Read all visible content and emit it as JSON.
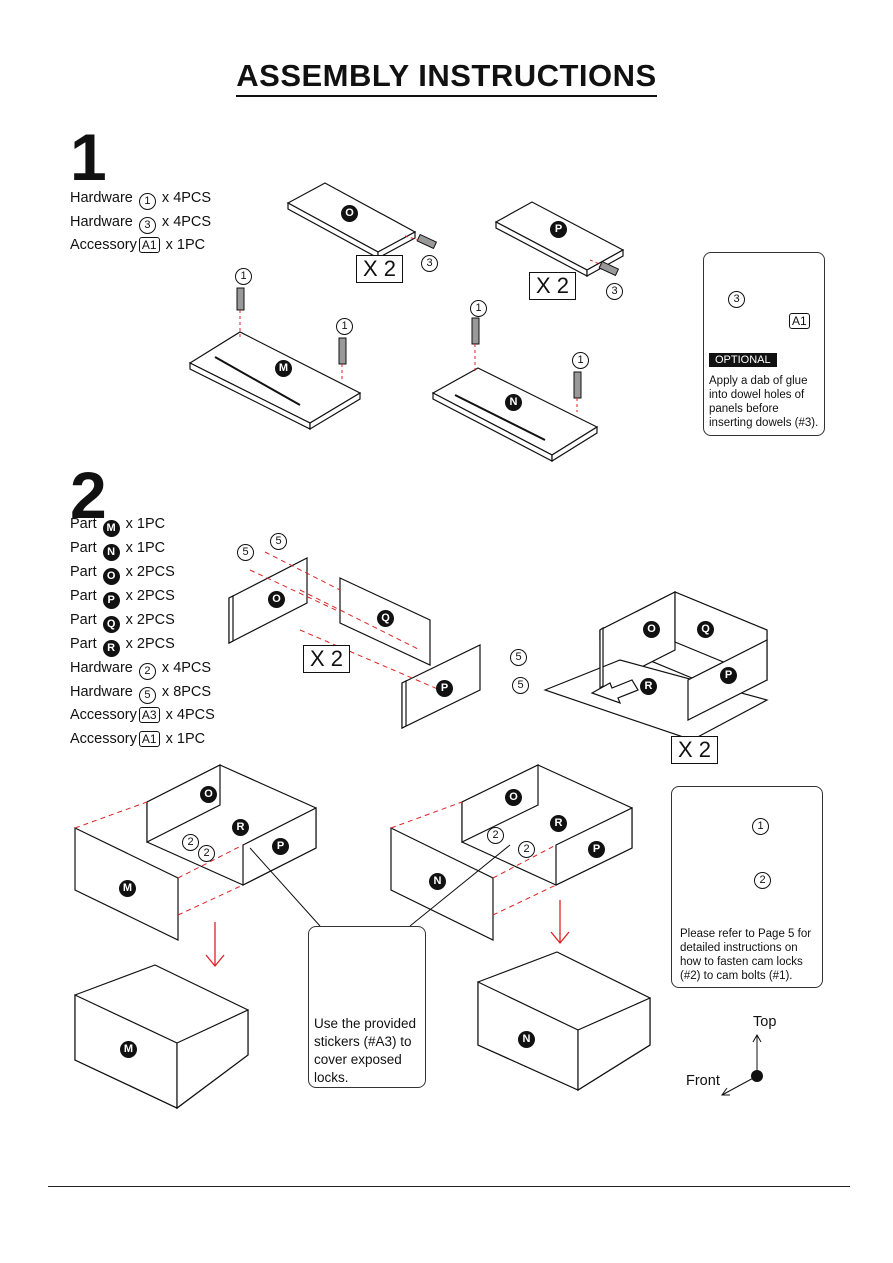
{
  "title": "ASSEMBLY INSTRUCTIONS",
  "step1": {
    "number": "1",
    "items": [
      {
        "prefix": "Hardware",
        "code": "1",
        "qty": "x 4PCS"
      },
      {
        "prefix": "Hardware",
        "code": "3",
        "qty": "x 4PCS"
      },
      {
        "prefix": "Accessory",
        "code": "A1",
        "qty": "x 1PC"
      }
    ],
    "multiplier_a": "X  2",
    "multiplier_b": "X  2",
    "parts": {
      "o": "O",
      "p": "P",
      "m": "M",
      "n": "N"
    },
    "callouts": {
      "hw1": "1",
      "hw3": "3"
    },
    "optional_panel": {
      "hw_label": "3",
      "acc_label": "A1",
      "badge": "OPTIONAL",
      "text": [
        "Apply a dab of glue",
        "into dowel holes of",
        "panels before",
        "inserting dowels  (#3)."
      ]
    }
  },
  "step2": {
    "number": "2",
    "items": [
      {
        "prefix": "Part",
        "code": "M",
        "qty": "x 1PC",
        "style": "dot"
      },
      {
        "prefix": "Part",
        "code": "N",
        "qty": "x 1PC",
        "style": "dot"
      },
      {
        "prefix": "Part",
        "code": "O",
        "qty": "x 2PCS",
        "style": "dot"
      },
      {
        "prefix": "Part",
        "code": "P",
        "qty": "x 2PCS",
        "style": "dot"
      },
      {
        "prefix": "Part",
        "code": "Q",
        "qty": "x 2PCS",
        "style": "dot"
      },
      {
        "prefix": "Part",
        "code": "R",
        "qty": "x 2PCS",
        "style": "dot"
      },
      {
        "prefix": "Hardware",
        "code": "2",
        "qty": "x 4PCS",
        "style": "circ"
      },
      {
        "prefix": "Hardware",
        "code": "5",
        "qty": "x 8PCS",
        "style": "circ"
      },
      {
        "prefix": "Accessory",
        "code": "A3",
        "qty": "x 4PCS",
        "style": "box"
      },
      {
        "prefix": "Accessory",
        "code": "A1",
        "qty": "x 1PC",
        "style": "box"
      }
    ],
    "multiplier_a": "X  2",
    "multiplier_b": "X  2",
    "parts": {
      "o": "O",
      "p": "P",
      "q": "Q",
      "r": "R",
      "m": "M",
      "n": "N"
    },
    "callouts": {
      "hw2": "2",
      "hw5": "5",
      "hw1": "1"
    },
    "cam_panel_text": [
      "Please refer to Page 5 for",
      "detailed instructions on",
      "how to fasten cam locks",
      "(#2)  to cam bolts (#1)."
    ],
    "sticker_panel_text": [
      "Use the provided",
      "stickers (#A3) to",
      "cover exposed",
      "locks."
    ],
    "orientation": {
      "top": "Top",
      "front": "Front"
    }
  }
}
